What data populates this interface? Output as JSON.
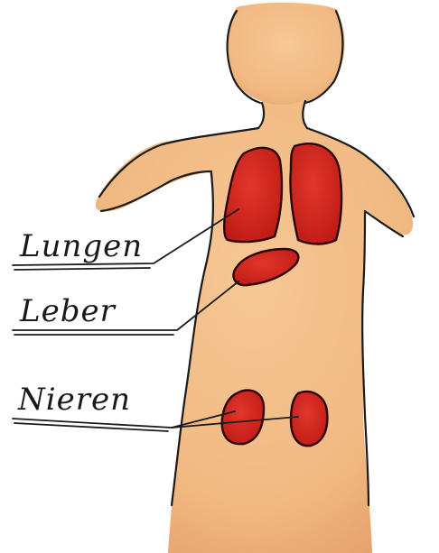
{
  "colors": {
    "skin": "#f1b982",
    "skin_shadow": "#e5a06a",
    "organ": "#d8231c",
    "organ_dark": "#b4140f",
    "ink": "#1b1b1b"
  },
  "labels": {
    "lungs": "Lungen",
    "liver": "Leber",
    "kidneys": "Nieren"
  }
}
